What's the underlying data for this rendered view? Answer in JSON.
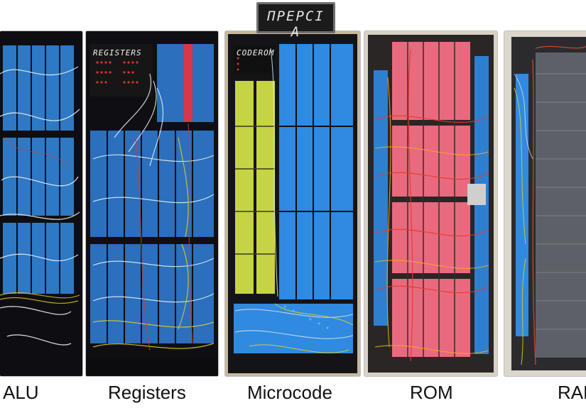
{
  "sign": {
    "text": "ΠΡΕΡCΙ Α"
  },
  "cabinets": [
    {
      "label": "ALU",
      "frame": "#0f0f12",
      "relay": "#2f7fd0",
      "wire": "#f2f2f2",
      "accent": "#e0d020"
    },
    {
      "label": "Registers",
      "panel_caption": "REGISTERS",
      "frame": "#101014",
      "relay": "#2b6fbd",
      "wire": "#f0f0f0",
      "accent": "#e0d020"
    },
    {
      "label": "Microcode",
      "panel_caption": "CODEROM",
      "frame": "#1a1a1e",
      "relay": "#2f8ae0",
      "wire": "#e8e8e8",
      "accent": "#d9e94a"
    },
    {
      "label": "ROM",
      "frame": "#2a2626",
      "relay": "#e86a7e",
      "wire": "#e63a2a",
      "accent": "#f0b020"
    },
    {
      "label": "RAM",
      "frame": "#dcd6cc",
      "relay": "#5d6066",
      "wire": "#d94a2c",
      "accent": "#2f8ae0"
    }
  ]
}
